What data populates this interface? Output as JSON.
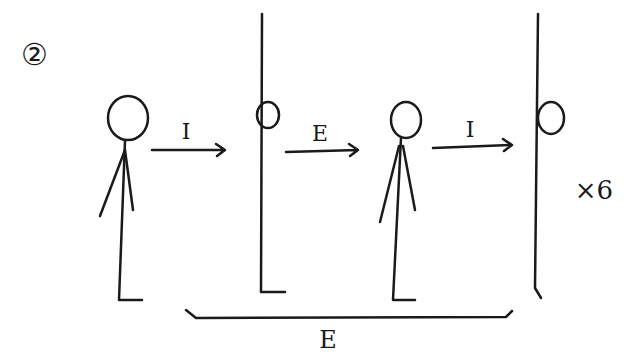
{
  "diagram": {
    "labels": [
      "②",
      "I",
      "E",
      "I",
      "×6",
      "E"
    ]
  }
}
